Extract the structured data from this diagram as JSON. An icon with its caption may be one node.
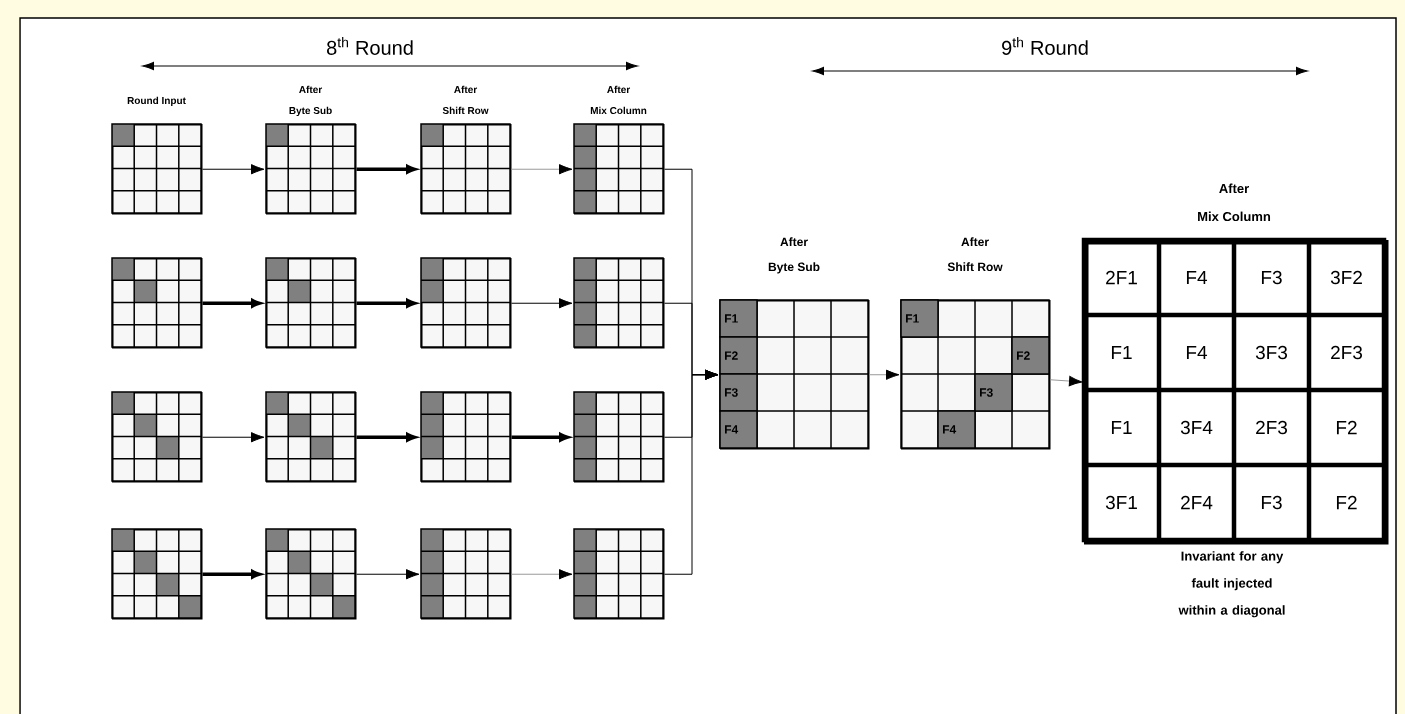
{
  "diagram": {
    "nodes": [
      {
        "text": [
          "Round Input"
        ]
      },
      {
        "text": [
          "After Byte Sub"
        ]
      },
      {
        "text": [
          "After Shift Row"
        ]
      },
      {
        "text": [
          "After Mix Column"
        ]
      },
      {
        "text": [],
        "shape": "grid"
      },
      {
        "text": [],
        "shape": "grid"
      },
      {
        "text": [],
        "shape": "grid"
      },
      {
        "text": [],
        "shape": "grid"
      },
      {
        "text": [],
        "shape": "grid"
      },
      {
        "text": [],
        "shape": "grid"
      },
      {
        "text": [],
        "shape": "grid"
      },
      {
        "text": [],
        "shape": "grid"
      },
      {
        "text": [],
        "shape": "grid"
      },
      {
        "text": [],
        "shape": "grid"
      },
      {
        "text": [],
        "shape": "grid"
      },
      {
        "text": [],
        "shape": "grid"
      },
      {
        "text": [
          "After Byte Sub",
          "F1",
          "F2",
          "F3",
          "F4"
        ]
      },
      {
        "text": [
          "After Shift Row",
          "F1",
          "F2",
          "F3",
          "F4"
        ]
      },
      {
        "text": [
          "After Mix Column",
          "2F1",
          "F4",
          "F3",
          "3F2",
          "F1",
          "F4",
          "3F3",
          "2F3",
          "F1",
          "3F4",
          "2F3",
          "F2",
          "3F1",
          "2F4",
          "F3",
          "F2"
        ],
        "beside": [
          "Invariant for any fault injected within a diagonal"
        ]
      }
    ],
    "edges": [
      {
        "from": 0,
        "to": 1,
        "arrow": "to"
      },
      {
        "from": 1,
        "to": 2,
        "arrow": "to",
        "style": "thick"
      },
      {
        "from": 2,
        "to": 3,
        "arrow": "to",
        "color": "#999999"
      },
      {
        "from": 4,
        "to": 5,
        "arrow": "to",
        "style": "thick"
      },
      {
        "from": 5,
        "to": 6,
        "arrow": "to",
        "style": "thick"
      },
      {
        "from": 6,
        "to": 7,
        "arrow": "to"
      },
      {
        "from": 8,
        "to": 9,
        "arrow": "to"
      },
      {
        "from": 9,
        "to": 10,
        "arrow": "to",
        "style": "thick"
      },
      {
        "from": 10,
        "to": 11,
        "arrow": "to",
        "style": "thick"
      },
      {
        "from": 12,
        "to": 13,
        "arrow": "to",
        "style": "thick"
      },
      {
        "from": 13,
        "to": 14,
        "arrow": "to"
      },
      {
        "from": 14,
        "to": 15,
        "arrow": "to",
        "color": "#999999"
      },
      {
        "from": 3,
        "to": 16,
        "arrow": "to"
      },
      {
        "from": 7,
        "to": 16,
        "arrow": "to"
      },
      {
        "from": 11,
        "to": 16,
        "arrow": "to"
      },
      {
        "from": 15,
        "to": 16,
        "arrow": "to"
      },
      {
        "from": 16,
        "to": 17,
        "arrow": "to",
        "color": "#999999"
      },
      {
        "from": 17,
        "to": 18,
        "arrow": "to",
        "color": "#999999"
      }
    ],
    "labels": [
      "8$^{th}$ Round",
      "9$^{th}$ Round"
    ]
  }
}
